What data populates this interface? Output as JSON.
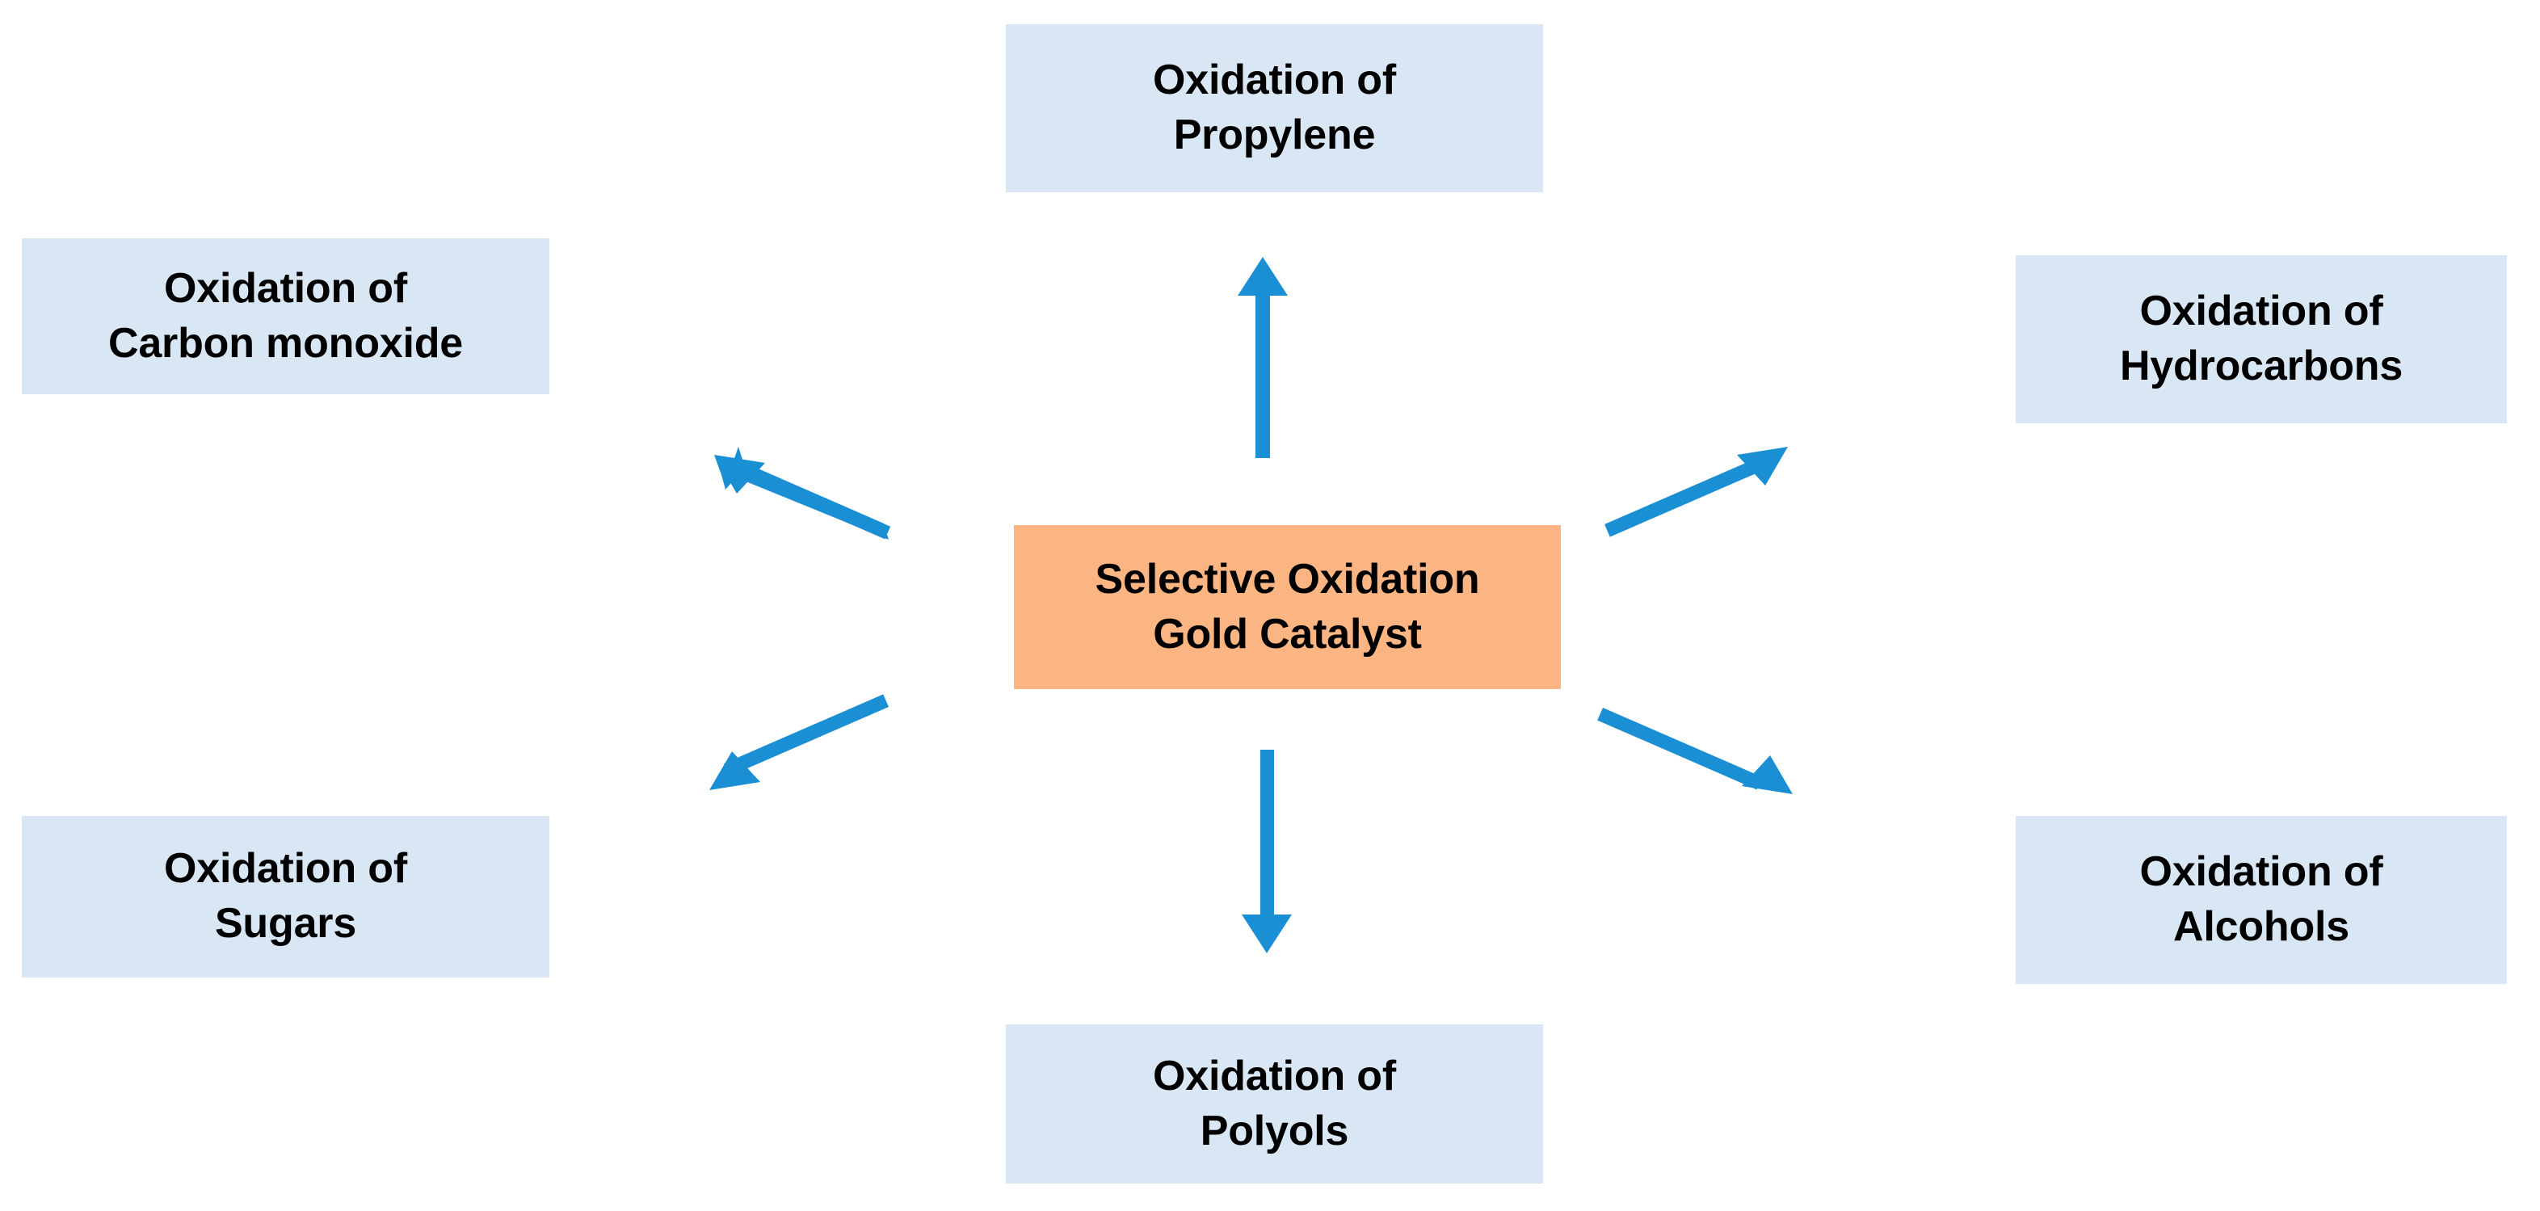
{
  "diagram": {
    "title": "Selective Oxidation Gold Catalyst applications",
    "type": "radial-hub-and-spoke",
    "colors": {
      "hub_fill": "#fbb583",
      "satellite_fill": "#d9e7f5",
      "arrow": "#1b8fd3",
      "text": "#000000",
      "background": "#ffffff"
    },
    "hub": {
      "id": "hub",
      "line1": "Selective Oxidation",
      "line2": "Gold Catalyst"
    },
    "satellites": [
      {
        "id": "propylene",
        "position": "top",
        "line1": "Oxidation of",
        "line2": "Propylene"
      },
      {
        "id": "carbon",
        "position": "top-left",
        "line1": "Oxidation of",
        "line2": "Carbon monoxide"
      },
      {
        "id": "hydrocarbons",
        "position": "top-right",
        "line1": "Oxidation of",
        "line2": "Hydrocarbons"
      },
      {
        "id": "sugars",
        "position": "bottom-left",
        "line1": "Oxidation of",
        "line2": "Sugars"
      },
      {
        "id": "alcohols",
        "position": "bottom-right",
        "line1": "Oxidation of",
        "line2": "Alcohols"
      },
      {
        "id": "polyols",
        "position": "bottom",
        "line1": "Oxidation of",
        "line2": "Polyols"
      }
    ],
    "arrows": [
      {
        "id": "arrow-up",
        "from": "hub",
        "to": "propylene",
        "direction": "up"
      },
      {
        "id": "arrow-up-left",
        "from": "hub",
        "to": "carbon",
        "direction": "up-left"
      },
      {
        "id": "arrow-up-right",
        "from": "hub",
        "to": "hydrocarbons",
        "direction": "up-right"
      },
      {
        "id": "arrow-down-left",
        "from": "hub",
        "to": "sugars",
        "direction": "down-left"
      },
      {
        "id": "arrow-down-right",
        "from": "hub",
        "to": "alcohols",
        "direction": "down-right"
      },
      {
        "id": "arrow-down",
        "from": "hub",
        "to": "polyols",
        "direction": "down"
      }
    ]
  }
}
